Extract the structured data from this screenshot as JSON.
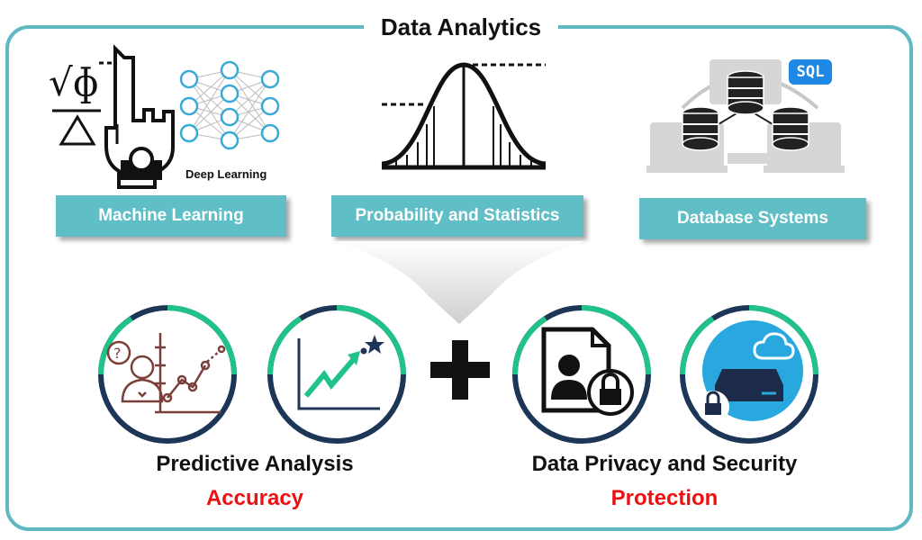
{
  "title": "Data Analytics",
  "top_sections": [
    {
      "label": "Machine Learning",
      "sublabel": "Deep Learning"
    },
    {
      "label": "Probability and Statistics"
    },
    {
      "label": "Database Systems",
      "badge": "SQL"
    }
  ],
  "bottom_sections": [
    {
      "caption": "Predictive Analysis",
      "highlight": "Accuracy"
    },
    {
      "caption": "Data Privacy and Security",
      "highlight": "Protection"
    }
  ],
  "colors": {
    "teal": "#5fbec6",
    "frame": "#5fb8c2",
    "ring_green": "#20c28a",
    "ring_navy": "#1d3557",
    "highlight": "#ee1010"
  }
}
